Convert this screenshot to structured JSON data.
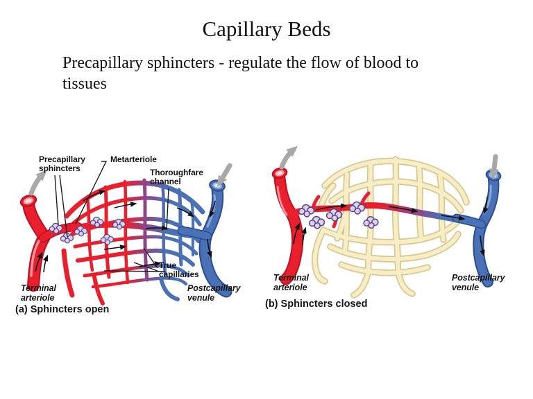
{
  "slide": {
    "title": "Capillary Beds",
    "subtitle": "Precapillary sphincters - regulate the flow of blood to tissues"
  },
  "panel_a": {
    "caption": "(a) Sphincters open",
    "labels": {
      "precapillary_sphincters": "Precapillary\nsphincters",
      "metarteriole": "Metarteriole",
      "thoroughfare_channel": "Thoroughfare\nchannel",
      "true_capillaries": "True\ncapillaries",
      "terminal_arteriole": "Terminal\narteriole",
      "postcapillary_venule": "Postcapillary\nvenule"
    }
  },
  "panel_b": {
    "caption": "(b) Sphincters closed",
    "labels": {
      "terminal_arteriole": "Terminal\narteriole",
      "postcapillary_venule": "Postcapillary\nvenule"
    }
  },
  "colors": {
    "arteriole_red": "#e8202e",
    "arteriole_red_dark": "#bf0f22",
    "venule_blue": "#4a71b5",
    "venule_blue_dark": "#2a4d92",
    "purple_transition": "#8f4587",
    "sphincter_lavender": "#ddd2ee",
    "sphincter_outline": "#5a4687",
    "unperfused_cream": "#f6eec6",
    "cream_outline": "#dcc68c",
    "vessel_continuation_arrow_gray": "#a8a8a8",
    "flow_arrow_black": "#111111",
    "text_black": "#161616",
    "background": "#ffffff"
  }
}
